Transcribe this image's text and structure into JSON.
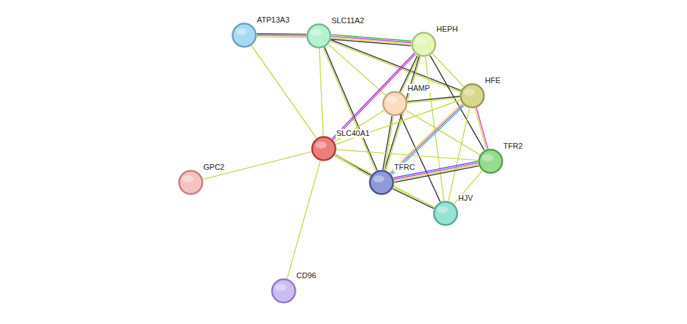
{
  "diagram": {
    "nodes": [
      {
        "text": [
          "ATP13A3"
        ]
      },
      {
        "text": [
          "SLC11A2"
        ]
      },
      {
        "text": [
          "HEPH"
        ]
      },
      {
        "text": [
          "HFE"
        ]
      },
      {
        "text": [
          "HAMP"
        ]
      },
      {
        "text": [
          "SLC40A1"
        ]
      },
      {
        "text": [
          "TFR2"
        ]
      },
      {
        "text": [
          "TFRC"
        ]
      },
      {
        "text": [
          "GPC2"
        ]
      },
      {
        "text": [
          "HJV"
        ]
      },
      {
        "text": [
          "CD96"
        ]
      }
    ],
    "edges": [
      {
        "from": 0,
        "to": 1,
        "arrow": "none"
      },
      {
        "from": 0,
        "to": 5,
        "arrow": "none"
      },
      {
        "from": 1,
        "to": 2,
        "arrow": "none"
      },
      {
        "from": 1,
        "to": 3,
        "arrow": "none"
      },
      {
        "from": 1,
        "to": 4,
        "arrow": "none"
      },
      {
        "from": 1,
        "to": 5,
        "arrow": "none"
      },
      {
        "from": 1,
        "to": 7,
        "arrow": "none"
      },
      {
        "from": 2,
        "to": 4,
        "arrow": "none"
      },
      {
        "from": 2,
        "to": 5,
        "arrow": "none"
      },
      {
        "from": 2,
        "to": 7,
        "arrow": "none"
      },
      {
        "from": 2,
        "to": 6,
        "arrow": "none"
      },
      {
        "from": 2,
        "to": 9,
        "arrow": "none"
      },
      {
        "from": 2,
        "to": 3,
        "arrow": "none"
      },
      {
        "from": 4,
        "to": 3,
        "arrow": "none"
      },
      {
        "from": 4,
        "to": 5,
        "arrow": "none"
      },
      {
        "from": 4,
        "to": 7,
        "arrow": "none"
      },
      {
        "from": 4,
        "to": 9,
        "arrow": "none"
      },
      {
        "from": 4,
        "to": 6,
        "arrow": "none"
      },
      {
        "from": 3,
        "to": 5,
        "arrow": "none"
      },
      {
        "from": 3,
        "to": 7,
        "arrow": "none"
      },
      {
        "from": 3,
        "to": 6,
        "arrow": "none"
      },
      {
        "from": 3,
        "to": 9,
        "arrow": "none"
      },
      {
        "from": 5,
        "to": 7,
        "arrow": "none"
      },
      {
        "from": 5,
        "to": 6,
        "arrow": "none"
      },
      {
        "from": 5,
        "to": 9,
        "arrow": "none"
      },
      {
        "from": 5,
        "to": 8,
        "arrow": "none"
      },
      {
        "from": 5,
        "to": 10,
        "arrow": "none"
      },
      {
        "from": 7,
        "to": 6,
        "arrow": "none"
      },
      {
        "from": 7,
        "to": 9,
        "arrow": "none"
      },
      {
        "from": 6,
        "to": 9,
        "arrow": "none"
      }
    ]
  }
}
